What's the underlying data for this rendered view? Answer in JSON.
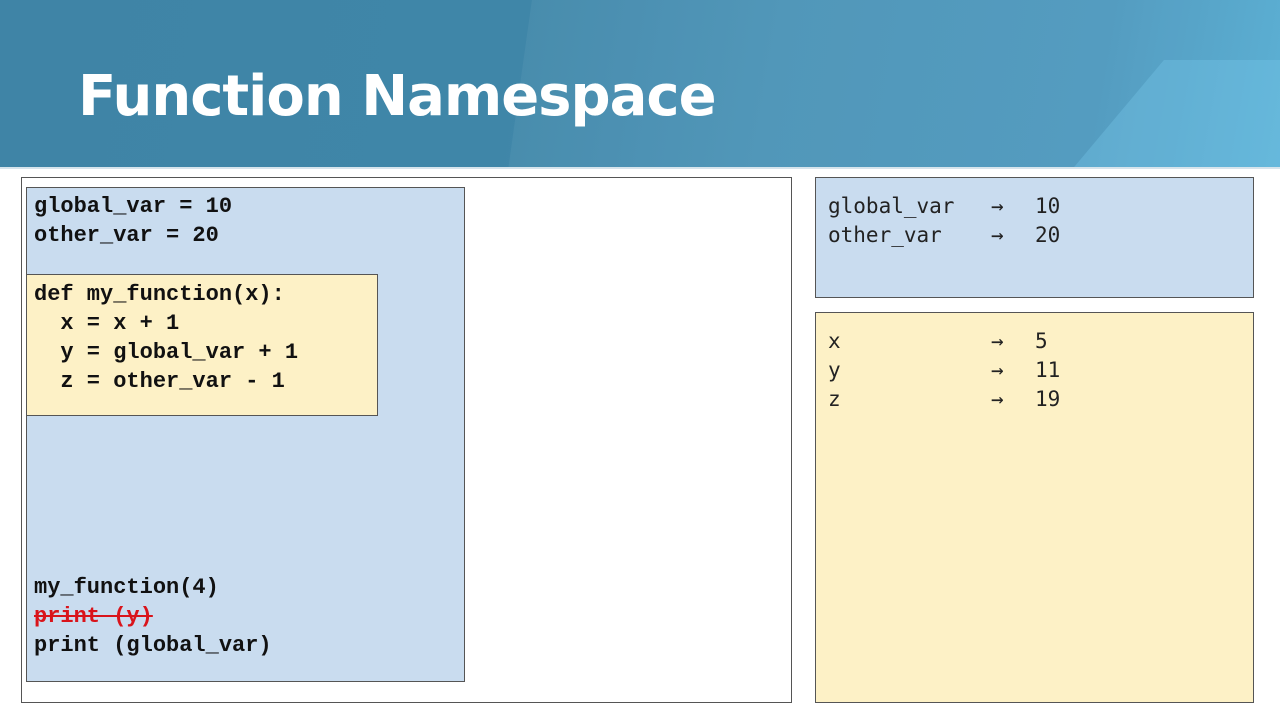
{
  "slide": {
    "title": "Function Namespace"
  },
  "code": {
    "globals": [
      "global_var = 10",
      "other_var = 20"
    ],
    "function_def": [
      "def my_function(x):",
      "  x = x + 1",
      "  y = global_var + 1",
      "  z = other_var - 1"
    ],
    "calls": [
      {
        "text": "my_function(4)",
        "struck": false
      },
      {
        "text": "print (y)",
        "struck": true
      },
      {
        "text": "print (global_var)",
        "struck": false
      }
    ]
  },
  "global_namespace": [
    {
      "name": "global_var",
      "arrow": "→",
      "value": "10"
    },
    {
      "name": "other_var",
      "arrow": "→",
      "value": "20"
    }
  ],
  "function_namespace": [
    {
      "name": "x",
      "arrow": "→",
      "value": "5"
    },
    {
      "name": "y",
      "arrow": "→",
      "value": "11"
    },
    {
      "name": "z",
      "arrow": "→",
      "value": "19"
    }
  ],
  "colors": {
    "global": "#c9dcef",
    "local": "#fdf1c6",
    "strike": "#d9141b",
    "header": "#4790b4"
  }
}
